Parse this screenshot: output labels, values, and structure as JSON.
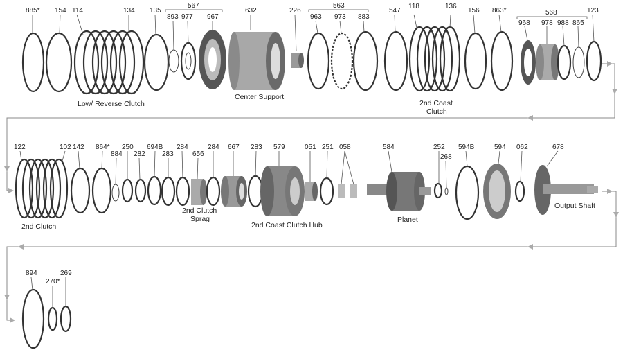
{
  "labels": {
    "p885": "885*",
    "p154": "154",
    "p114": "114",
    "p134": "134",
    "p135": "135",
    "p567": "567",
    "p893": "893",
    "p977": "977",
    "p967": "967",
    "p632": "632",
    "p226": "226",
    "p563": "563",
    "p963": "963",
    "p973": "973",
    "p883": "883",
    "p547": "547",
    "p118": "118",
    "p136": "136",
    "p156": "156",
    "p863": "863*",
    "p568": "568",
    "p968": "968",
    "p978": "978",
    "p988": "988",
    "p865": "865",
    "p123": "123",
    "p122": "122",
    "p102": "102",
    "p142": "142",
    "p864": "864*",
    "p884": "884",
    "p250": "250",
    "p282": "282",
    "p694b": "694B",
    "p283a": "283",
    "p284a": "284",
    "p656": "656",
    "p284b": "284",
    "p667": "667",
    "p283b": "283",
    "p579": "579",
    "p051": "051",
    "p251": "251",
    "p058": "058",
    "p584": "584",
    "p252": "252",
    "p268": "268",
    "p594b": "594B",
    "p594": "594",
    "p062": "062",
    "p678": "678",
    "p894": "894",
    "p270": "270*",
    "p269": "269"
  },
  "captions": {
    "low_reverse_clutch": "Low/ Reverse Clutch",
    "center_support": "Center Support",
    "second_coast_clutch_l1": "2nd Coast",
    "second_coast_clutch_l2": "Clutch",
    "second_clutch": "2nd Clutch",
    "second_clutch_sprag_l1": "2nd Clutch",
    "second_clutch_sprag_l2": "Sprag",
    "second_coast_clutch_hub": "2nd Coast Clutch Hub",
    "planet": "Planet",
    "output_shaft": "Output Shaft"
  }
}
